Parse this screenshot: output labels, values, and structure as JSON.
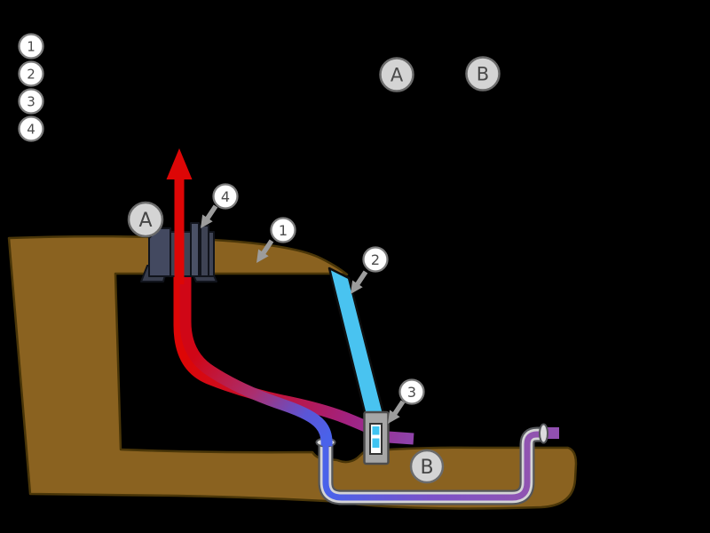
{
  "diagram": {
    "legend": {
      "numbers": [
        {
          "label": "1"
        },
        {
          "label": "2"
        },
        {
          "label": "3"
        },
        {
          "label": "4"
        }
      ],
      "letters": [
        {
          "label": "A"
        },
        {
          "label": "B"
        }
      ]
    },
    "markers": {
      "vent": {
        "label": "A"
      },
      "ground": {
        "label": "B"
      }
    },
    "callouts": [
      {
        "label": "4"
      },
      {
        "label": "1"
      },
      {
        "label": "2"
      },
      {
        "label": "3"
      }
    ],
    "colors": {
      "background": "#000000",
      "ground": "#8a6220",
      "ground_outline": "#4a3608",
      "steam_arrow": "#dd0606",
      "hot_tube_start": "#dd0606",
      "hot_tube_end": "#8f42a8",
      "return_tube_end": "#4a62ea",
      "intake_tube": "#49c3f0",
      "vent_block": "#3e4354",
      "pipe_casing_light": "#d4d4d6",
      "pipe_casing_dark": "#54565a",
      "pipe_stub": "#9150b0",
      "device_casing": "#a6a6a6",
      "device_window": "#ffffff",
      "device_cyan": "#3fc4f2",
      "callout_fill": "#ffffff",
      "marker_fill": "#d4d4d4",
      "pointer_grey": "#9c9c9c"
    }
  }
}
